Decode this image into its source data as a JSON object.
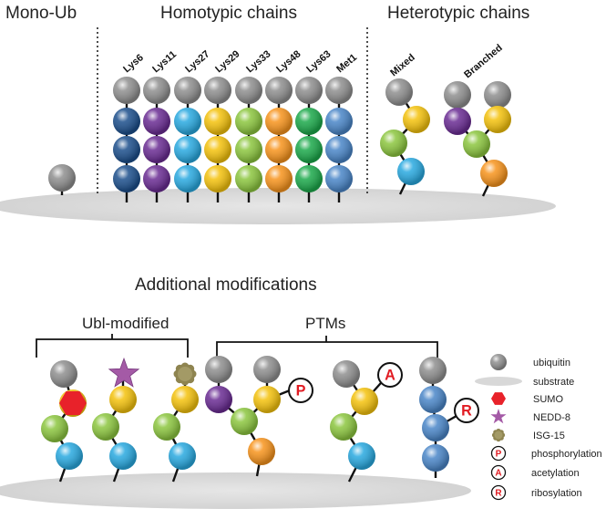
{
  "headings": {
    "mono": "Mono-Ub",
    "homotypic": "Homotypic chains",
    "heterotypic": "Heterotypic chains",
    "additional": "Additional modifications",
    "ubl": "Ubl-modified",
    "ptms": "PTMs"
  },
  "chain_labels": [
    "Lys6",
    "Lys11",
    "Lys27",
    "Lys29",
    "Lys33",
    "Lys48",
    "Lys63",
    "Met1"
  ],
  "hetero_labels": {
    "mixed": "Mixed",
    "branched": "Branched"
  },
  "mod_letters": {
    "phospho": "P",
    "acetyl": "A",
    "ribosyl": "R"
  },
  "legend": [
    {
      "key": "ubiquitin",
      "label": "ubiquitin"
    },
    {
      "key": "substrate",
      "label": "substrate"
    },
    {
      "key": "sumo",
      "label": "SUMO"
    },
    {
      "key": "nedd8",
      "label": "NEDD-8"
    },
    {
      "key": "isg15",
      "label": "ISG-15"
    },
    {
      "key": "phospho",
      "label": "phosphorylation"
    },
    {
      "key": "acetyl",
      "label": "acetylation"
    },
    {
      "key": "ribosyl",
      "label": "ribosylation"
    }
  ],
  "colors": {
    "grey": "#8f8f8f",
    "lys6": "#1c4f8c",
    "lys11": "#6a2c93",
    "lys27": "#29a9e0",
    "lys29": "#f4c20d",
    "lys33": "#8cc63f",
    "lys48": "#f7941d",
    "lys63": "#1ca94b",
    "met1": "#4a86c8",
    "sumo": "#e8222a",
    "nedd8": "#a45aa6",
    "isg15": "#8e8450",
    "substrate": "#d8d8d8",
    "mod_red": "#e11b22"
  }
}
